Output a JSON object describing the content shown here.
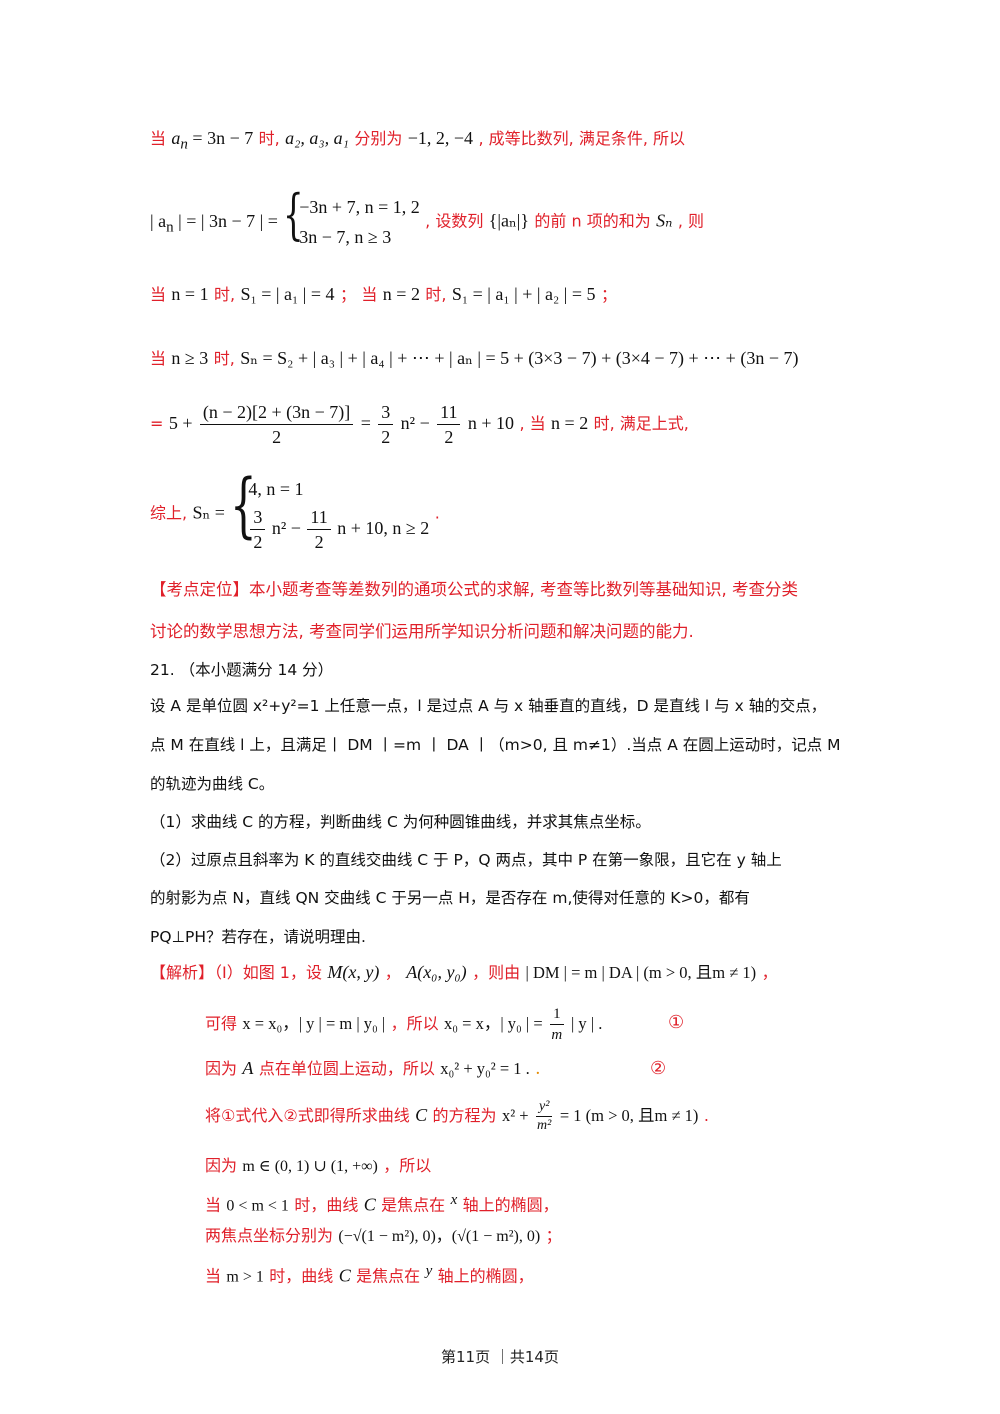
{
  "l1": {
    "t1": "当",
    "m1": "a",
    "m1sub": "n",
    "m1rest": " = 3n − 7",
    "t2": "时,",
    "m2": "a₂, a₃, a₁",
    "t3": "分别为",
    "m3": "−1, 2, −4",
    "t4": ", 成等比数列, 满足条件, 所以"
  },
  "l2": {
    "m1": "| a",
    "m1sub": "n",
    "m1rest": " | = | 3n − 7 | =",
    "case1": "−3n + 7, n = 1, 2",
    "case2": "3n − 7, n ≥ 3",
    "t1": ", 设数列",
    "m2": "{|aₙ|}",
    "t2": "的前 n 项的和为",
    "m3": "Sₙ",
    "t3": ", 则"
  },
  "l3": {
    "t1": "当",
    "m1": "n = 1",
    "t2": "时,",
    "m2": "S₁ = | a₁ | = 4",
    "t3": "；",
    "t4": "当",
    "m3": "n = 2",
    "t5": "时,",
    "m4": "S₁ = | a₁ | + | a₂ | = 5",
    "t6": "；"
  },
  "l4": {
    "t1": "当",
    "m1": "n ≥ 3",
    "t2": "时,",
    "m2": "Sₙ = S₂ + | a₃ | + | a₄ | + ⋯ + | aₙ | = 5 + (3×3 − 7) + (3×4 − 7) + ⋯ + (3n − 7)"
  },
  "l5": {
    "t1": "=",
    "m1": "5 +",
    "frac1num": "(n − 2)[2 + (3n − 7)]",
    "frac1den": "2",
    "m2": "=",
    "frac2num": "3",
    "frac2den": "2",
    "m3": "n² −",
    "frac3num": "11",
    "frac3den": "2",
    "m4": "n + 10",
    "t2": ", 当",
    "m5": "n = 2",
    "t3": "时, 满足上式,"
  },
  "l6": {
    "t1": "综上,",
    "m1": "Sₙ =",
    "case1": "4, n = 1",
    "c2a": "3",
    "c2b": "2",
    "c2c": "n² −",
    "c2d": "11",
    "c2e": "2",
    "c2f": "n + 10, n ≥ 2",
    "t2": "."
  },
  "kaodian": {
    "line1": "【考点定位】本小题考查等差数列的通项公式的求解, 考查等比数列等基础知识, 考查分类",
    "line2": "讨论的数学思想方法, 考查同学们运用所学知识分析问题和解决问题的能力."
  },
  "problem": {
    "header": "21.  （本小题满分 14 分）",
    "p1": "设 A 是单位圆 x²+y²=1 上任意一点，l 是过点 A 与 x 轴垂直的直线，D 是直线 l 与 x 轴的交点，",
    "p2": "点 M 在直线 l 上，且满足丨 DM 丨=m 丨 DA 丨（m>0, 且 m≠1）.当点 A 在圆上运动时，记点 M",
    "p3": "的轨迹为曲线 C。",
    "q1": "（1）求曲线 C 的方程，判断曲线 C 为何种圆锥曲线，并求其焦点坐标。",
    "q2a": "（2）过原点且斜率为 K 的直线交曲线 C 于 P，Q 两点，其中 P 在第一象限，且它在 y 轴上",
    "q2b": "的射影为点 N，直线 QN 交曲线 C 于另一点 H，是否存在 m,使得对任意的 K>0，都有",
    "q2c": "PQ⊥PH？若存在，请说明理由."
  },
  "jiexi": {
    "label": "【解析】（Ⅰ）如图 1，设",
    "m1": "M(x, y)",
    "t1": "，",
    "m2": "A(x₀, y₀)",
    "t2": "，则由",
    "m3": "| DM | = m | DA | (m > 0, 且m ≠ 1)",
    "t3": "，",
    "s1t1": "可得",
    "s1m1": "x = x₀，| y | = m | y₀ |",
    "s1t2": "，所以",
    "s1m2": "x₀ = x，| y₀ | =",
    "s1fn": "1",
    "s1fd": "m",
    "s1m3": "| y | .",
    "circ1": "①",
    "s2t1": "因为",
    "s2m1": "A",
    "s2t2": "点在单位圆上运动，所以",
    "s2m2": "x₀² + y₀² = 1 .",
    "s2dot": ".",
    "circ2": "②",
    "s3t1": "将①式代入②式即得所求曲线",
    "s3m1": "C",
    "s3t2": "的方程为",
    "s3m2": "x² +",
    "s3fn": "y²",
    "s3fd": "m²",
    "s3m3": "= 1 (m > 0, 且m ≠ 1)",
    "s3t3": ".",
    "s4t1": "因为",
    "s4m1": "m ∈ (0, 1) ∪ (1, +∞)",
    "s4t2": "，所以",
    "s5t1": "当",
    "s5m1": "0 < m < 1",
    "s5t2": "时，曲线",
    "s5m2": "C",
    "s5t3": "是焦点在",
    "s5m3": "x",
    "s5t4": "轴上的椭圆，",
    "s6t1": "两焦点坐标分别为",
    "s6m1": "(−√(1 − m²), 0)，(√(1 − m²), 0)",
    "s6t2": "；",
    "s7t1": "当",
    "s7m1": "m > 1",
    "s7t2": "时，曲线",
    "s7m2": "C",
    "s7t3": "是焦点在",
    "s7m3": "y",
    "s7t4": "轴上的椭圆，"
  },
  "footer": "第11页  ｜共14页"
}
